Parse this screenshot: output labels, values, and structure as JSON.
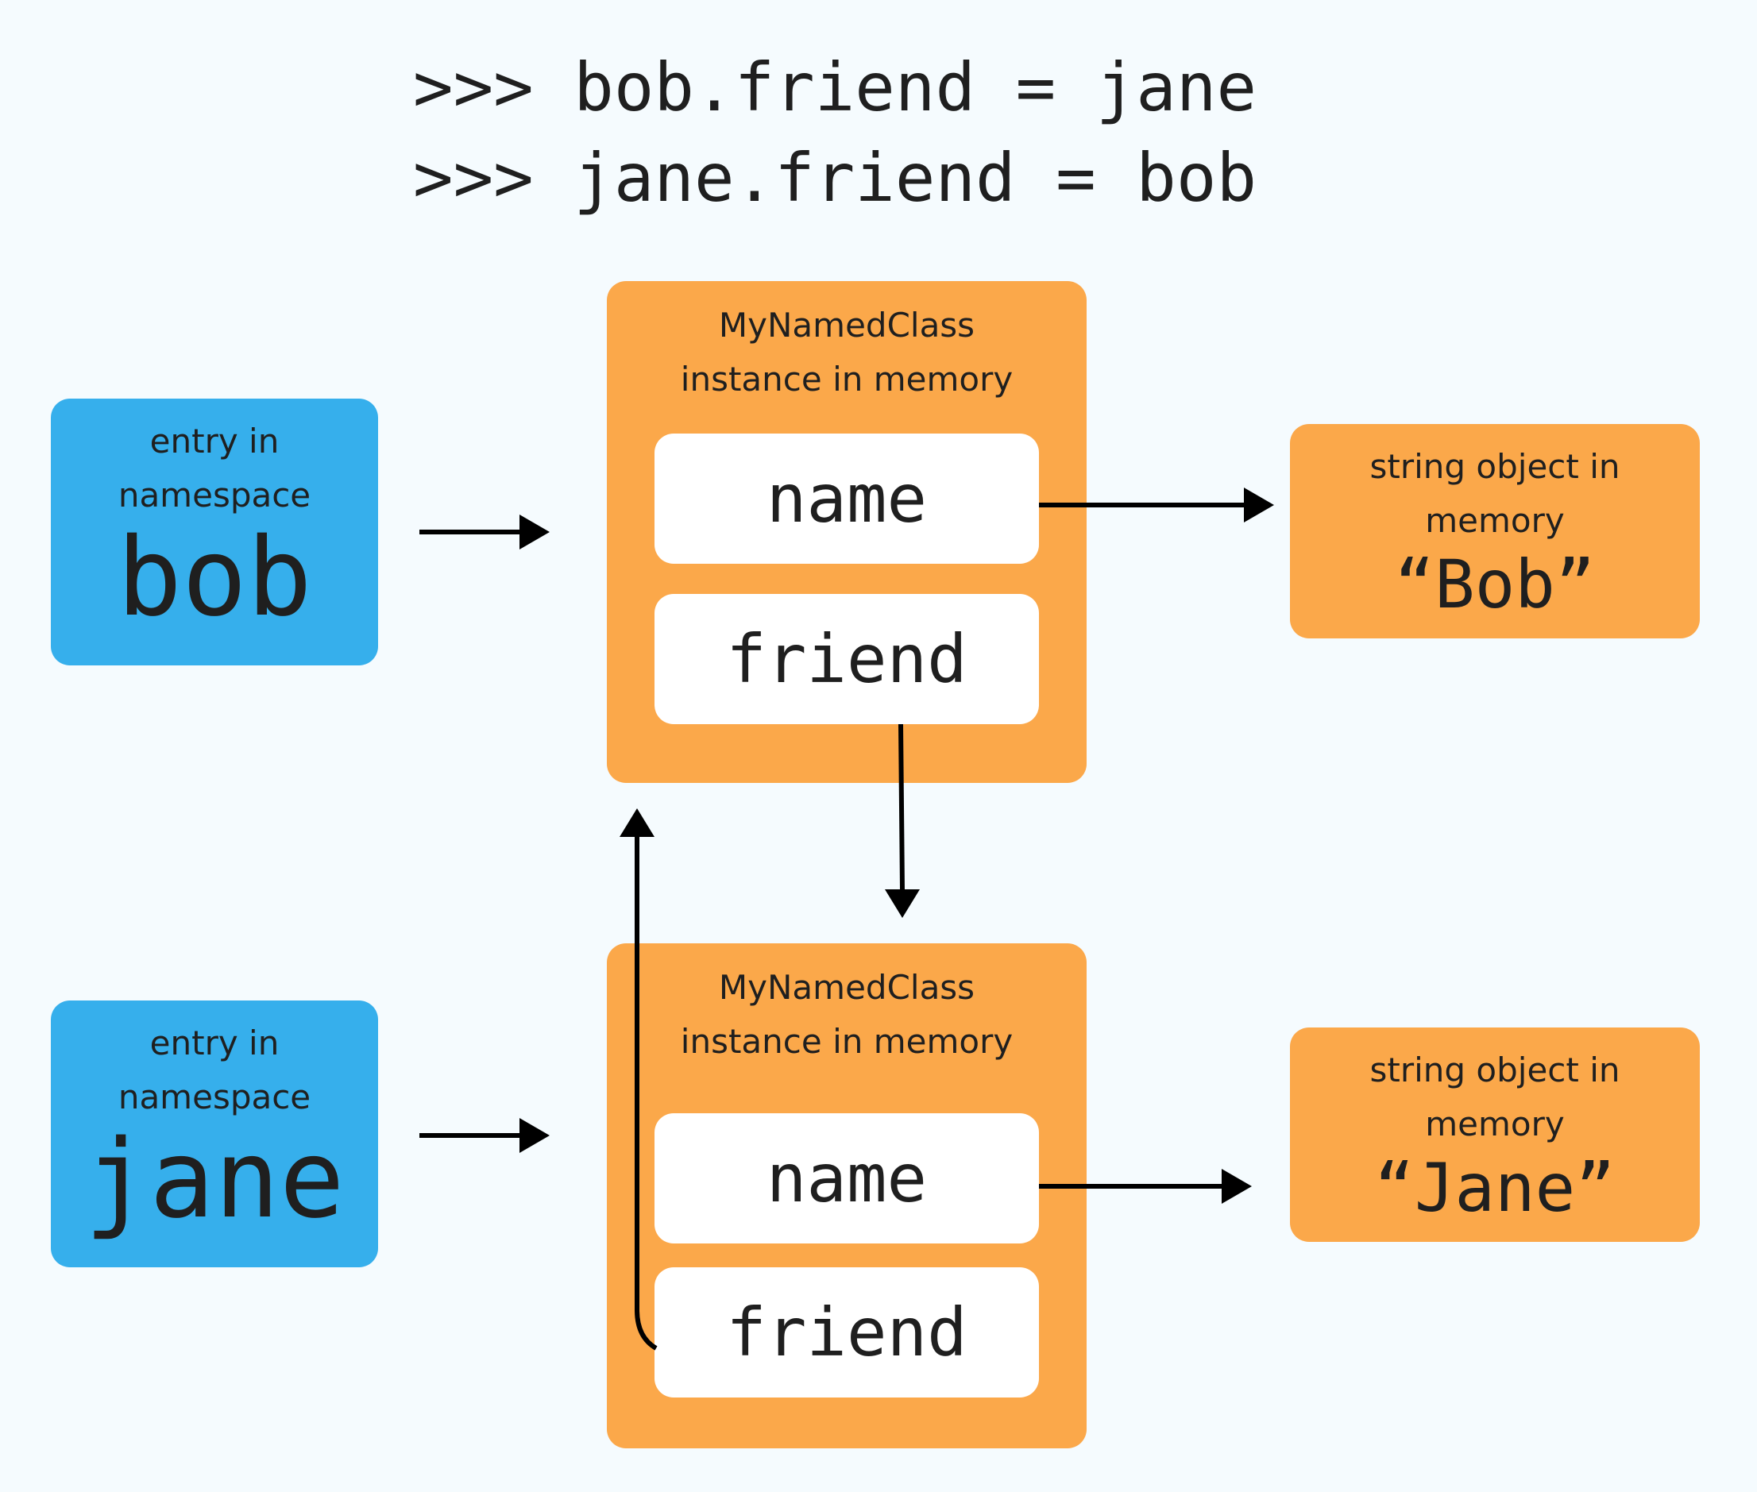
{
  "code": {
    "line1": ">>> bob.friend = jane",
    "line2": ">>> jane.friend = bob"
  },
  "namespace_entries": [
    {
      "caption_line1": "entry in",
      "caption_line2": "namespace",
      "name": "bob"
    },
    {
      "caption_line1": "entry in",
      "caption_line2": "namespace",
      "name": "jane"
    }
  ],
  "instances": [
    {
      "title_line1": "MyNamedClass",
      "title_line2": "instance in memory",
      "field_name": "name",
      "field_friend": "friend"
    },
    {
      "title_line1": "MyNamedClass",
      "title_line2": "instance in memory",
      "field_name": "name",
      "field_friend": "friend"
    }
  ],
  "strings": [
    {
      "caption_line1": "string object in",
      "caption_line2": "memory",
      "value": "“Bob”"
    },
    {
      "caption_line1": "string object in",
      "caption_line2": "memory",
      "value": "“Jane”"
    }
  ],
  "colors": {
    "namespace_box": "#36afec",
    "object_box": "#fba84a",
    "field_box": "#ffffff",
    "background": "#f5fbfe",
    "arrow": "#000000"
  }
}
